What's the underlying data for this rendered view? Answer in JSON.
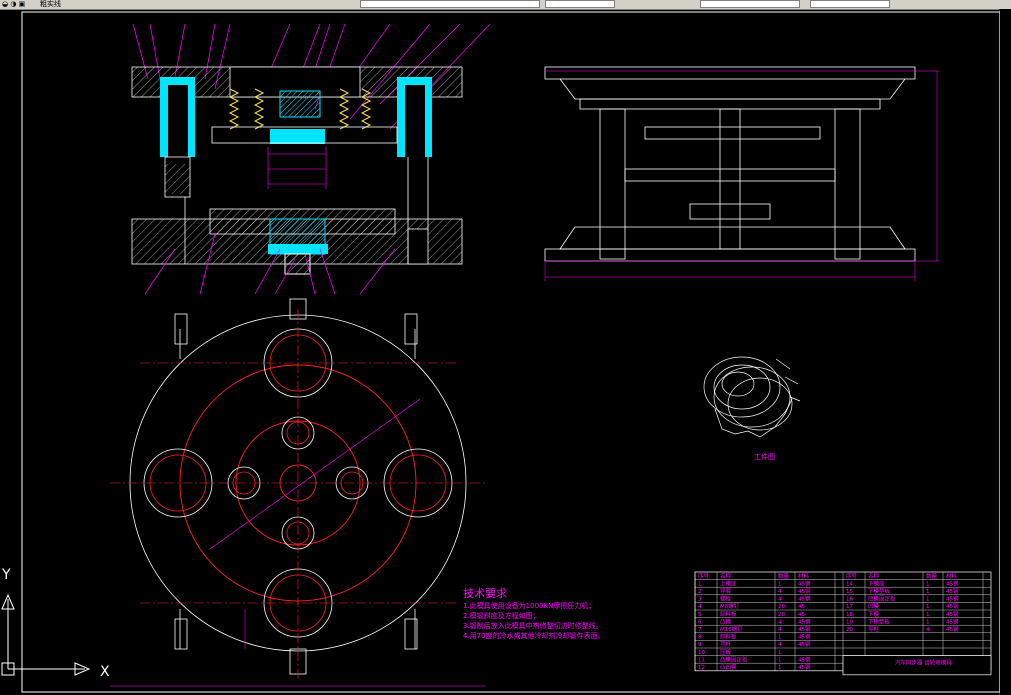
{
  "toolbar": {
    "layer_name": "粗实线"
  },
  "drawing": {
    "workpiece_label": "工件图",
    "tech_title": "技术要求",
    "tech_lines": [
      "1.此模具使用设备为1000KN摩擦压力机；",
      "2.模锻斜度及方程如图；",
      "3.锻制后放入此模具中热修整切边时修整线。",
      "4.用70度的冷水或其他冷却剂冷却锻件表面。"
    ],
    "axis": {
      "y": "Y",
      "x": "X"
    }
  },
  "bom": {
    "headers": [
      "序号",
      "名称",
      "数量",
      "材料"
    ],
    "left_rows": [
      [
        "1",
        "上模座",
        "1",
        "45钢"
      ],
      [
        "2",
        "导套",
        "4",
        "45钢"
      ],
      [
        "3",
        "螺栓",
        "4",
        "45钢"
      ],
      [
        "4",
        "M8螺钉",
        "20",
        "45"
      ],
      [
        "5",
        "卸料板",
        "20",
        "45"
      ],
      [
        "6",
        "凸模",
        "4",
        "45钢"
      ],
      [
        "7",
        "M16螺钉",
        "4",
        "45钢"
      ],
      [
        "8",
        "卸料板",
        "1",
        "45钢"
      ],
      [
        "9",
        "顶杆",
        "4",
        "45钢"
      ],
      [
        "10",
        "压板",
        "1",
        ""
      ],
      [
        "11",
        "凸模固定板",
        "1",
        "45钢"
      ],
      [
        "12",
        "凸凹模",
        "1",
        "45钢"
      ]
    ],
    "right_rows": [
      [
        "14",
        "下模座",
        "1",
        "45钢"
      ],
      [
        "15",
        "下模垫板",
        "1",
        "45钢"
      ],
      [
        "16",
        "凹模固定板",
        "1",
        "45钢"
      ],
      [
        "17",
        "凹模",
        "1",
        "45钢"
      ],
      [
        "18",
        "下模",
        "1",
        "45钢"
      ],
      [
        "19",
        "下模垫板",
        "1",
        "45钢"
      ],
      [
        "20",
        "导柱",
        "4",
        "45钢"
      ]
    ],
    "title_block": "汽车同步器 齿轮坯模具"
  },
  "colors": {
    "structure": "#ffffff",
    "centerline": "#ff2020",
    "dimension": "#ff00ff",
    "guide": "#00e5ff",
    "spring": "#ffe14d"
  }
}
